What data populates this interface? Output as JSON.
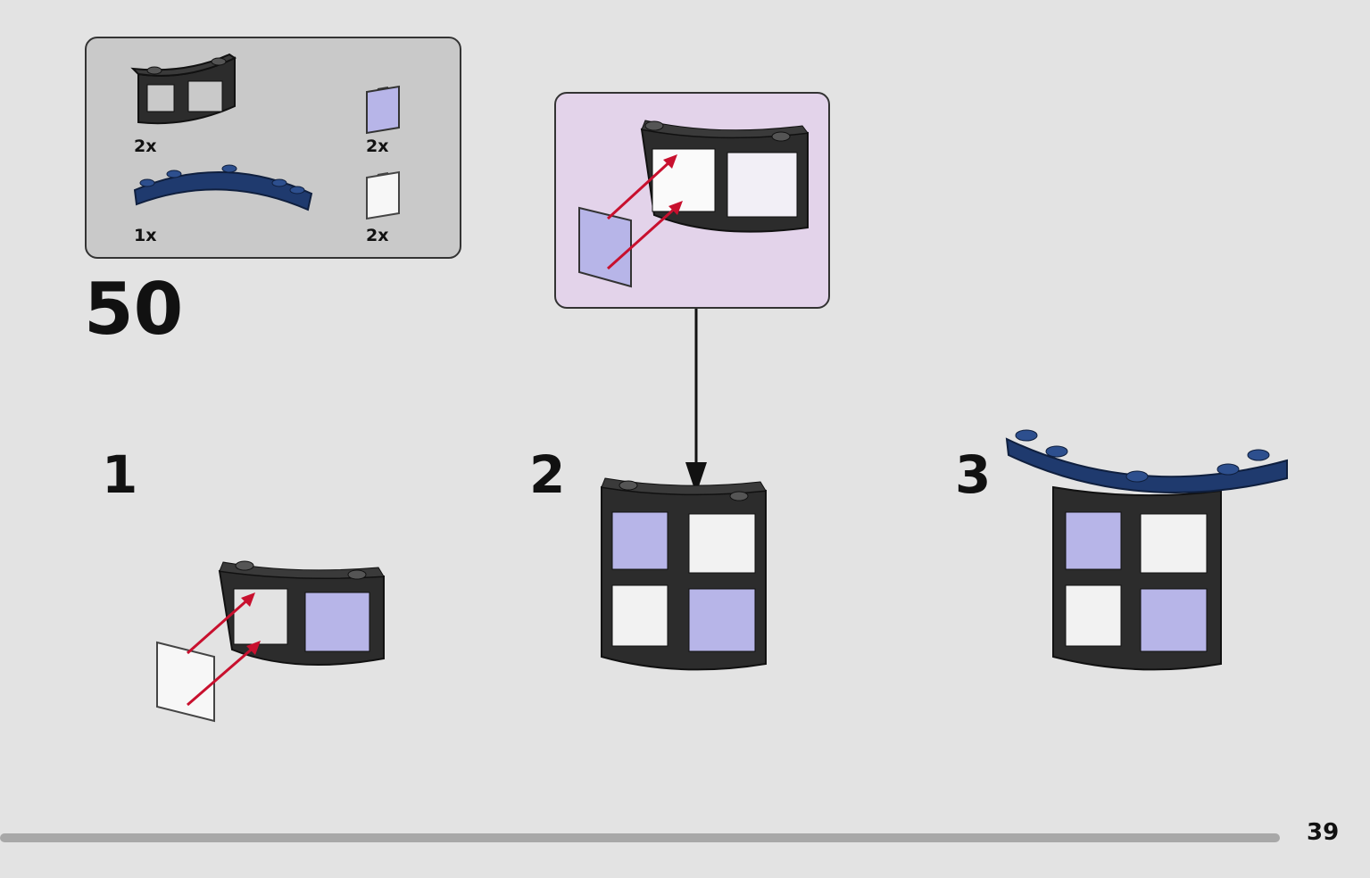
{
  "step": {
    "number": "50"
  },
  "parts_list": {
    "items": [
      {
        "part": "black curved window frame",
        "qty": "2x"
      },
      {
        "part": "lavender transparent window pane",
        "qty": "2x"
      },
      {
        "part": "dark blue curved plate",
        "qty": "1x"
      },
      {
        "part": "white transparent window pane",
        "qty": "2x"
      }
    ]
  },
  "substeps": [
    {
      "number": "1"
    },
    {
      "number": "2"
    },
    {
      "number": "3"
    }
  ],
  "colors": {
    "frame": "#2c2c2c",
    "lavender_pane": "#b7b5e8",
    "white_pane": "#f4f4f4",
    "dark_blue_plate": "#1f3a6e",
    "arrow": "#c8102e",
    "callout_bg": "#e3d3ea",
    "parts_bg": "#c9c9c9",
    "page_bg": "#e3e3e3"
  },
  "footer": {
    "page_number": "39"
  }
}
